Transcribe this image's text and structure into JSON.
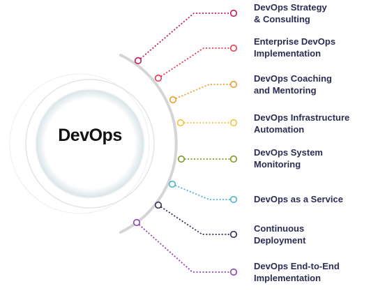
{
  "center": {
    "logo_text": "DevOps"
  },
  "services": [
    {
      "label": "DevOps Strategy\n& Consulting",
      "color": "#c2185b"
    },
    {
      "label": "Enterprise DevOps\nImplementation",
      "color": "#e53950"
    },
    {
      "label": "DevOps Coaching\nand Mentoring",
      "color": "#e8a02a"
    },
    {
      "label": "DevOps Infrastructure\nAutomation",
      "color": "#f0c23a"
    },
    {
      "label": "DevOps System\nMonitoring",
      "color": "#7f9a27"
    },
    {
      "label": "DevOps as a Service",
      "color": "#4fb3cf"
    },
    {
      "label": "Continuous\nDeployment",
      "color": "#2d2f52"
    },
    {
      "label": "DevOps End-to-End\nImplementation",
      "color": "#8e44ad"
    }
  ]
}
